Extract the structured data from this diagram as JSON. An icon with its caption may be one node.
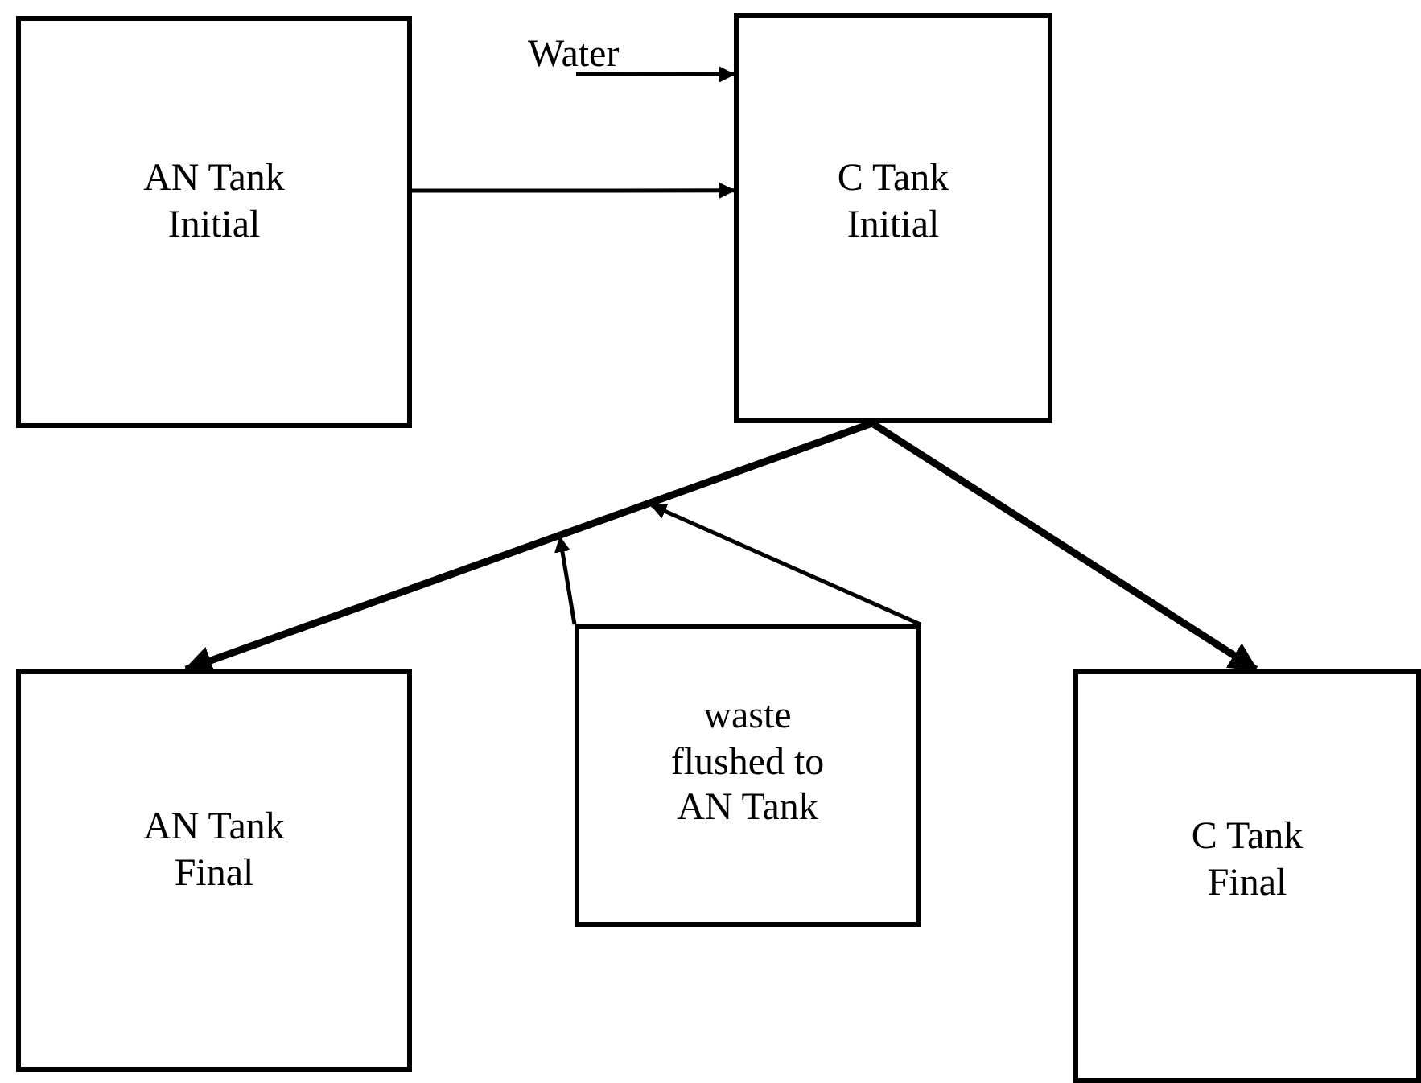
{
  "diagram": {
    "nodes": [
      {
        "text": [
          "AN Tank Initial"
        ]
      },
      {
        "text": [
          "C Tank Initial"
        ]
      },
      {
        "text": [
          "AN Tank Final"
        ]
      },
      {
        "text": [
          "waste flushed to AN Tank"
        ]
      },
      {
        "text": [
          "C Tank Final"
        ]
      },
      {
        "text": [
          "Water"
        ]
      }
    ],
    "edges": [
      {
        "from": 0,
        "to": 1,
        "arrow": "to"
      },
      {
        "from": 5,
        "to": 1,
        "arrow": "to"
      },
      {
        "from": 1,
        "to": 2,
        "arrow": "to",
        "style": "thick"
      },
      {
        "from": 1,
        "to": 4,
        "arrow": "to",
        "style": "thick"
      },
      {
        "from": 3,
        "to": null,
        "arrow": "to"
      },
      {
        "from": 3,
        "to": null,
        "arrow": "to"
      }
    ]
  }
}
